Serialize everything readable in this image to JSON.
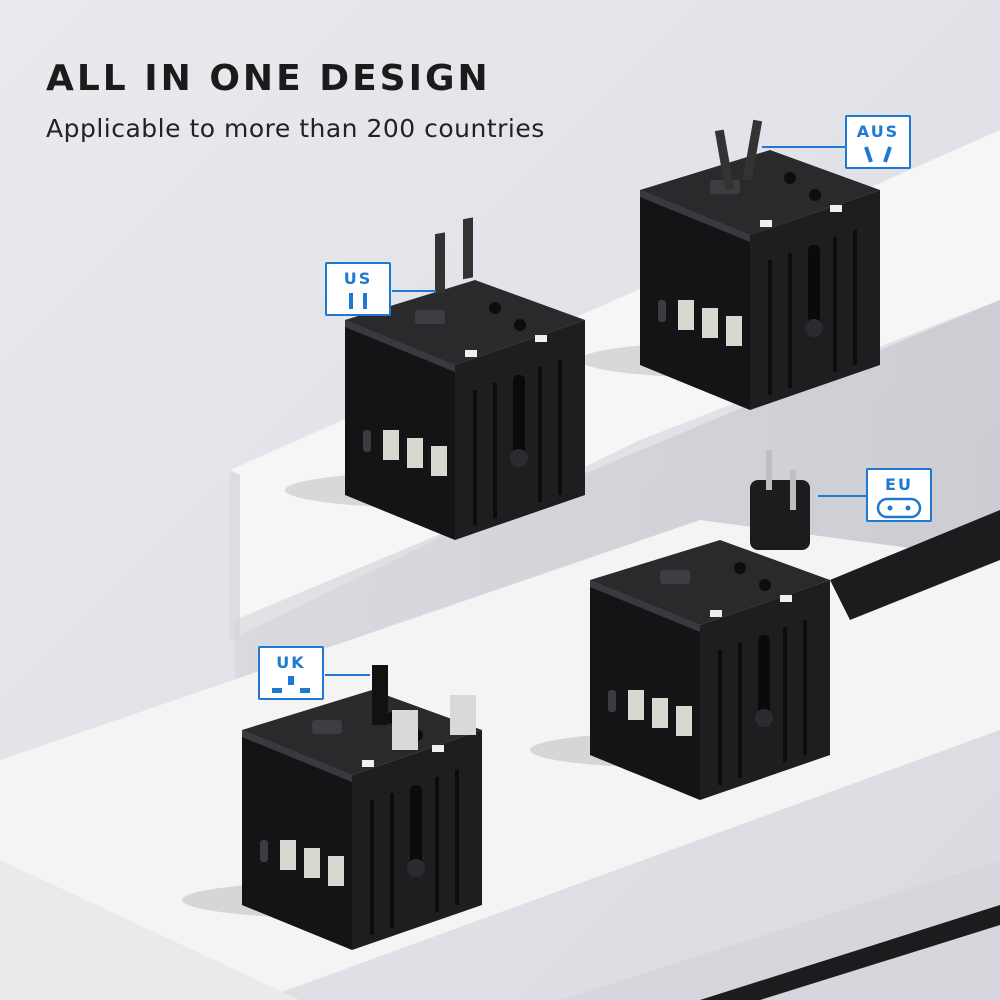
{
  "headline": "ALL IN ONE DESIGN",
  "subline": "Applicable to more than 200 countries",
  "plug_labels": {
    "us": "US",
    "aus": "AUS",
    "eu": "EU",
    "uk": "UK"
  },
  "colors": {
    "accent": "#1f78d1",
    "background": "#e3e4e8",
    "adapter": "#1a1a1c",
    "step_light": "#f4f4f4"
  }
}
